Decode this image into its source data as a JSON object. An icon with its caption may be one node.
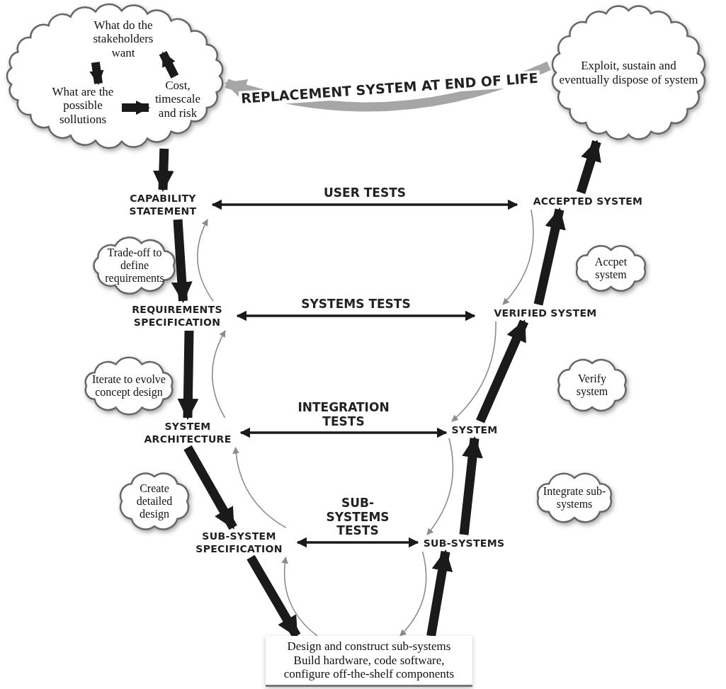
{
  "diagram": {
    "nodes": [
      {
        "text": [],
        "shape": "cloud"
      },
      {
        "text": [
          "What do the stakeholders want"
        ],
        "in": 0
      },
      {
        "text": [
          "What are the possible sollutions"
        ],
        "in": 0
      },
      {
        "text": [
          "Cost, timescale and risk"
        ],
        "in": 0
      },
      {
        "text": [
          "Exploit, sustain and eventually dispose of  system"
        ]
      },
      {
        "text": [
          "CAPABILITY STATEMENT"
        ]
      },
      {
        "text": [
          "ACCEPTED SYSTEM"
        ]
      },
      {
        "text": [
          "Trade-off to define requirements"
        ]
      },
      {
        "text": [
          "REQUIREMENTS SPECIFICATION"
        ]
      },
      {
        "text": [
          "Accpet system"
        ]
      },
      {
        "text": [
          "VERIFIED SYSTEM"
        ]
      },
      {
        "text": [
          "Iterate to evolve concept design"
        ]
      },
      {
        "text": [
          "SYSTEM ARCHITECTURE"
        ]
      },
      {
        "text": [
          "Verify system"
        ]
      },
      {
        "text": [
          "SYSTEM"
        ]
      },
      {
        "text": [
          "Create detailed design"
        ]
      },
      {
        "text": [
          "SUB-SYSTEM SPECIFICATION"
        ]
      },
      {
        "text": [
          "Integrate sub-systems"
        ]
      },
      {
        "text": [
          "SUB-SYSTEMS"
        ]
      },
      {
        "text": [
          "Design and construct sub-systems",
          "Build hardware, code software, configure off-the-shelf components"
        ]
      }
    ],
    "edges": [
      {
        "from": 1,
        "to": 2,
        "arrow": "to"
      },
      {
        "from": 2,
        "to": 3,
        "arrow": "to"
      },
      {
        "from": 3,
        "to": 1,
        "arrow": "to"
      },
      {
        "from": 4,
        "to": 0,
        "arrow": "to",
        "label": "REPLACEMENT SYSTEM AT END OF LIFE",
        "color": "#a6a6a6"
      },
      {
        "from": 0,
        "to": 5,
        "arrow": "to"
      },
      {
        "from": 6,
        "to": 4,
        "arrow": "to"
      },
      {
        "from": 5,
        "to": 6,
        "arrow": "both",
        "label": "USER TESTS"
      },
      {
        "from": 5,
        "to": 8,
        "arrow": "to"
      },
      {
        "from": 8,
        "to": 5,
        "arrow": "to",
        "color": "#8c8c8c"
      },
      {
        "from": 10,
        "to": 6,
        "arrow": "to"
      },
      {
        "from": 6,
        "to": 10,
        "arrow": "to",
        "color": "#8c8c8c"
      },
      {
        "from": 8,
        "to": 10,
        "arrow": "both",
        "label": "SYSTEMS TESTS"
      },
      {
        "from": 8,
        "to": 12,
        "arrow": "to"
      },
      {
        "from": 12,
        "to": 8,
        "arrow": "to",
        "color": "#8c8c8c"
      },
      {
        "from": 14,
        "to": 10,
        "arrow": "to"
      },
      {
        "from": 10,
        "to": 14,
        "arrow": "to",
        "color": "#8c8c8c"
      },
      {
        "from": 12,
        "to": 14,
        "arrow": "both",
        "label": "INTEGRATION TESTS"
      },
      {
        "from": 12,
        "to": 16,
        "arrow": "to"
      },
      {
        "from": 16,
        "to": 12,
        "arrow": "to",
        "color": "#8c8c8c"
      },
      {
        "from": 18,
        "to": 14,
        "arrow": "to"
      },
      {
        "from": 14,
        "to": 18,
        "arrow": "to",
        "color": "#8c8c8c"
      },
      {
        "from": 16,
        "to": 18,
        "arrow": "both",
        "label": "SUB-SYSTEMS TESTS"
      },
      {
        "from": 16,
        "to": 19,
        "arrow": "to"
      },
      {
        "from": 19,
        "to": 18,
        "arrow": "to"
      },
      {
        "from": 19,
        "to": 16,
        "arrow": "to",
        "color": "#8c8c8c"
      },
      {
        "from": 18,
        "to": 19,
        "arrow": "to",
        "color": "#8c8c8c"
      }
    ]
  }
}
